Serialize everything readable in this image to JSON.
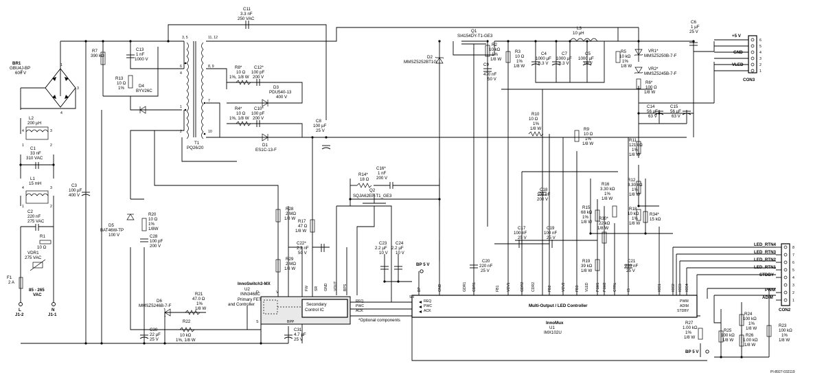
{
  "footnote": "*Optional components",
  "drawing_id": "PI-8927-032119",
  "input": {
    "range": "85 - 265",
    "unit": "VAC",
    "j1_2": "L",
    "j1_2_ref": "J1-2",
    "j1_1": "N",
    "j1_1_ref": "J1-1"
  },
  "ic_u2": {
    "family": "InnoSwitch3-MX",
    "ref": "U2",
    "part": "INN3468C",
    "block1": "Primary FET",
    "block2": "and Controller",
    "block3": "Secondary",
    "block4": "Control IC",
    "pins": {
      "d": "D",
      "s": "S",
      "v": "V",
      "bpp": "BPP",
      "fw": "FW",
      "sr": "SR",
      "gnd": "GND",
      "vout": "VOUT",
      "bps": "BPS",
      "req": "REQ",
      "pwc": "PWC",
      "ack": "ACK"
    }
  },
  "ic_u1": {
    "family": "InnoMux",
    "ref": "U1",
    "part": "IMX102U",
    "title": "Multi-Output / LED Controller",
    "pins_top": [
      "SR",
      "BP",
      "GND",
      "GDR1",
      "CDR1",
      "FB1",
      "VCV1",
      "GDR2",
      "CDR2",
      "FB2",
      "VCV2",
      "FB3",
      "VLED",
      "P1M1",
      "P1M2",
      "CTRL",
      "IS",
      "ICC1",
      "ICC2",
      "ICC3",
      "ICC4"
    ],
    "pins_left": [
      "REQ",
      "PWC",
      "ACK"
    ],
    "pins_right": [
      "PWM",
      "ADIM",
      "STDBY"
    ]
  },
  "bp5v_1": "BP 5 V",
  "bp5v_2": "BP 5 V",
  "con3": {
    "ref": "CON3",
    "pins": [
      "6",
      "5",
      "4",
      "3",
      "2",
      "1"
    ],
    "labels": {
      "p5v": "+5 V",
      "gnd": "GND",
      "vled": "VLED"
    }
  },
  "con2": {
    "ref": "CON2",
    "pins": [
      "8",
      "7",
      "6",
      "5",
      "4",
      "3",
      "2",
      "1"
    ],
    "labels": [
      "LED_RTN4",
      "LED_RTN3",
      "LED_RTN2",
      "LED_RTN1",
      "STDBY",
      "PWM",
      "ADIM"
    ]
  },
  "components": {
    "br1": [
      "BR1",
      "GBU4J-BP",
      "600 V"
    ],
    "l2": [
      "L2",
      "200 µH"
    ],
    "c1": [
      "C1",
      "33 nF",
      "310 VAC"
    ],
    "l1": [
      "L1",
      "15 mH"
    ],
    "c2": [
      "C2",
      "220 nF",
      "275 VAC"
    ],
    "r1": [
      "R1",
      "10 Ω"
    ],
    "vdr1": [
      "VDR1",
      "275 VAC"
    ],
    "f1": [
      "F1",
      "2 A"
    ],
    "c3": [
      "C3",
      "100 µF",
      "400 V"
    ],
    "r7": [
      "R7",
      "390 kΩ"
    ],
    "c13": [
      "C13",
      "1 nF",
      "1000 V"
    ],
    "r13": [
      "R13",
      "10 Ω",
      "1%"
    ],
    "d4": [
      "D4",
      "BYV26C"
    ],
    "d5": [
      "D5",
      "BAT46W-TP",
      "100 V"
    ],
    "r20": [
      "R20",
      "10 Ω",
      "1%",
      "1/8W"
    ],
    "c28": [
      "C28",
      "100 pF",
      "200 V"
    ],
    "d6": [
      "D6",
      "MMSZ5246B-7-F"
    ],
    "r21": [
      "R21",
      "47.0 Ω",
      "1%",
      "1/8 W"
    ],
    "r22": [
      "R22",
      "10 kΩ",
      "1%, 1/8 W"
    ],
    "c30": [
      "C30",
      "22 µF",
      "25 V"
    ],
    "c11": [
      "C11",
      "3.3 nF",
      "250 VAC"
    ],
    "t1": [
      "T1",
      "PQ26/20"
    ],
    "t1_pins": [
      "3, 5",
      "6",
      "4",
      "1",
      "2",
      "11, 12",
      "8, 9",
      "7",
      "10"
    ],
    "r8": [
      "R8*",
      "10 Ω",
      "1%, 1/8 W"
    ],
    "c12": [
      "C12*",
      "100 pF",
      "200 V"
    ],
    "d3": [
      "D3",
      "PDU540-13",
      "400 V"
    ],
    "r4": [
      "R4*",
      "10 Ω",
      "1%, 1/8 W"
    ],
    "c10": [
      "C10*",
      "100 pF",
      "200 V"
    ],
    "d1": [
      "D1",
      "ES1C-13-F"
    ],
    "c8": [
      "C8",
      "100 µF",
      "25 V"
    ],
    "r28": [
      "R28",
      "2 MΩ",
      "1/8 W"
    ],
    "r29": [
      "R29",
      "2 MΩ",
      "1/8 W"
    ],
    "r17": [
      "R17",
      "47 Ω",
      "1/8 W"
    ],
    "c22": [
      "C22*",
      "2.2 nF",
      "50 V"
    ],
    "c31": [
      "C31",
      "4.7 µF",
      "25 V"
    ],
    "r14": [
      "R14*",
      "18 Ω"
    ],
    "c16": [
      "C16*",
      "1 nF",
      "200 V"
    ],
    "q2": [
      "Q2",
      "SQJA62EP-T1_GE3"
    ],
    "c23": [
      "C23",
      "2.2 µF",
      "10 V"
    ],
    "c24": [
      "C24",
      "2.2 µF",
      "10 V"
    ],
    "q1": [
      "Q1",
      "SI4154DY-T1-GE3"
    ],
    "d2": [
      "D2",
      "MMSZ5252BT1G"
    ],
    "r2": [
      "R2",
      "10 kΩ",
      "1%",
      "1/8 W"
    ],
    "c9": [
      "C9",
      "470 nF",
      "50 V"
    ],
    "r3": [
      "R3",
      "10 Ω",
      "1%",
      "1/8 W"
    ],
    "c4": [
      "C4",
      "1000 µF",
      "6.3 V"
    ],
    "c7": [
      "C7",
      "1000 µF",
      "6.3 V"
    ],
    "c5": [
      "C5",
      "1000 µF",
      "10 V"
    ],
    "l3": [
      "L3",
      "10 µH"
    ],
    "r5": [
      "R5",
      "10 kΩ",
      "1%",
      "1/8 W"
    ],
    "c6": [
      "C6",
      "1 µF",
      "25 V"
    ],
    "vr1": [
      "VR1*",
      "MMSZ5250B-7-F"
    ],
    "vr2": [
      "VR2*",
      "MMSZ5245B-7-F"
    ],
    "r6": [
      "R6*",
      "100 Ω",
      "1/8 W"
    ],
    "c14": [
      "C14",
      "56 µF",
      "63 V"
    ],
    "c15": [
      "C15",
      "56 µF",
      "63 V"
    ],
    "r10": [
      "R10",
      "10 Ω",
      "1%",
      "1/8 W"
    ],
    "r9": [
      "R9",
      "10 Ω",
      "1%",
      "1/8 W"
    ],
    "r11": [
      "R11",
      "121 kΩ",
      "1%",
      "1/8 W"
    ],
    "r12": [
      "R12",
      "3.30 kΩ",
      "1%",
      "1/8 W"
    ],
    "r16": [
      "R16",
      "3.30 kΩ",
      "1%",
      "1/8 W"
    ],
    "r18": [
      "R18",
      "10 kΩ",
      "1%",
      "1/8 W"
    ],
    "r34": [
      "R34*",
      "15 kΩ"
    ],
    "r15": [
      "R15",
      "68 kΩ",
      "1%",
      "1/8 W"
    ],
    "r30": [
      "R30*",
      "22 kΩ",
      "1/8 W"
    ],
    "c18": [
      "C18",
      "100 nF",
      "200 V"
    ],
    "c17": [
      "C17",
      "100 nF",
      "25 V"
    ],
    "c19": [
      "C19",
      "100 nF",
      "25 V"
    ],
    "c20": [
      "C20",
      "220 nF",
      "25 V"
    ],
    "r19": [
      "R19",
      "39 kΩ",
      "1/8 W"
    ],
    "c21": [
      "C21",
      "220 nF",
      "25 V"
    ],
    "r27": [
      "R27",
      "1.00 kΩ",
      "1%",
      "1/8 W"
    ],
    "r25": [
      "R25",
      "100 kΩ",
      "1/8 W"
    ],
    "r24": [
      "R24",
      "100 kΩ",
      "1%",
      "1/8 W"
    ],
    "r26": [
      "R26",
      "1.00 kΩ",
      "1/8 W"
    ],
    "r23": [
      "R23",
      "100 kΩ",
      "1%",
      "1/8 W"
    ]
  }
}
